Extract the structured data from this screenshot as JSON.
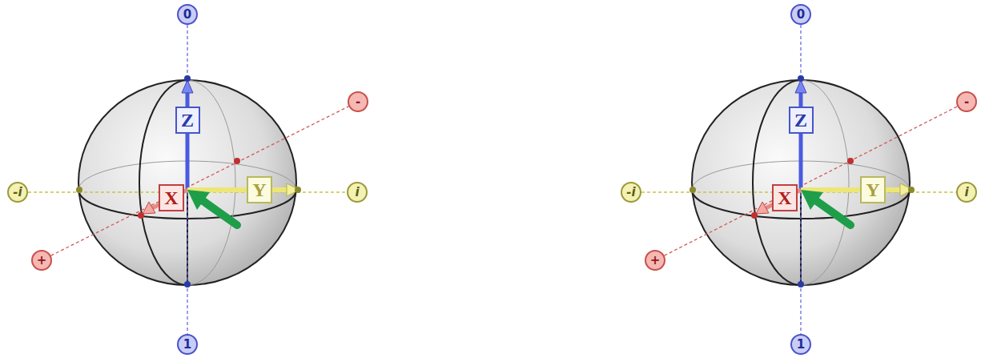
{
  "diagram": {
    "nodes": [
      {
        "text": [
          "0"
        ]
      },
      {
        "text": [
          "Z"
        ]
      },
      {
        "text": [
          "-"
        ]
      },
      {
        "text": [
          "-i"
        ]
      },
      {
        "text": [
          "X"
        ]
      },
      {
        "text": [
          "Y"
        ]
      },
      {
        "text": [
          "i"
        ]
      },
      {
        "text": [
          "+"
        ]
      },
      {
        "text": [
          "1"
        ]
      },
      {
        "text": [
          "0"
        ]
      },
      {
        "text": [
          "Z"
        ]
      },
      {
        "text": [
          "-"
        ]
      },
      {
        "text": [
          "-i"
        ]
      },
      {
        "text": [
          "X"
        ]
      },
      {
        "text": [
          "Y"
        ]
      },
      {
        "text": [
          "i"
        ]
      },
      {
        "text": [
          "+"
        ]
      },
      {
        "text": [
          "1"
        ]
      }
    ],
    "edges": [
      {
        "from": 0,
        "to": 8,
        "arrow": "none"
      },
      {
        "from": 3,
        "to": 6,
        "arrow": "none"
      },
      {
        "from": 7,
        "to": 2,
        "arrow": "none"
      },
      {
        "from": 9,
        "to": 17,
        "arrow": "none"
      },
      {
        "from": 12,
        "to": 15,
        "arrow": "none"
      },
      {
        "from": 16,
        "to": 11,
        "arrow": "none"
      }
    ]
  }
}
